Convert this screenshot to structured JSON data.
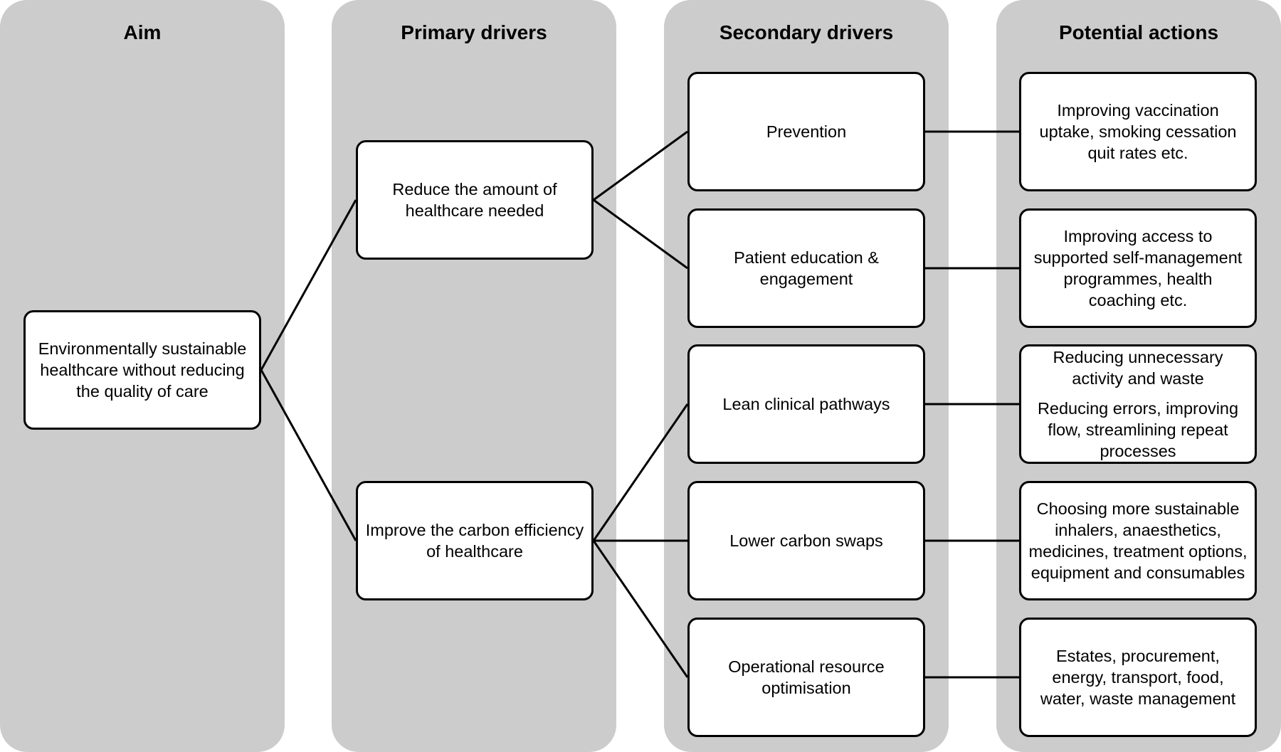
{
  "columns": [
    {
      "id": "aim",
      "title": "Aim"
    },
    {
      "id": "primary",
      "title": "Primary drivers"
    },
    {
      "id": "secondary",
      "title": "Secondary drivers"
    },
    {
      "id": "actions",
      "title": "Potential actions"
    }
  ],
  "aim": {
    "text": "Environmentally sustainable healthcare without reducing the quality of care"
  },
  "primary_drivers": [
    {
      "text": "Reduce the amount of healthcare needed"
    },
    {
      "text": "Improve the carbon efficiency of healthcare"
    }
  ],
  "secondary_drivers": [
    {
      "text": "Prevention"
    },
    {
      "text": "Patient education & engagement"
    },
    {
      "text": "Lean clinical pathways"
    },
    {
      "text": "Lower carbon swaps"
    },
    {
      "text": "Operational resource optimisation"
    }
  ],
  "potential_actions": [
    {
      "lines": [
        "Improving vaccination uptake, smoking cessation quit rates etc."
      ]
    },
    {
      "lines": [
        "Improving access to supported self-management programmes, health coaching etc."
      ]
    },
    {
      "lines": [
        "Reducing unnecessary activity and waste",
        "Reducing errors, improving flow, streamlining repeat processes"
      ]
    },
    {
      "lines": [
        "Choosing more sustainable inhalers, anaesthetics, medicines, treatment options, equipment and consumables"
      ]
    },
    {
      "lines": [
        "Estates, procurement, energy, transport, food, water, waste management"
      ]
    }
  ],
  "colors": {
    "column_bg": "#cccccc",
    "box_bg": "#ffffff",
    "stroke": "#000000"
  }
}
